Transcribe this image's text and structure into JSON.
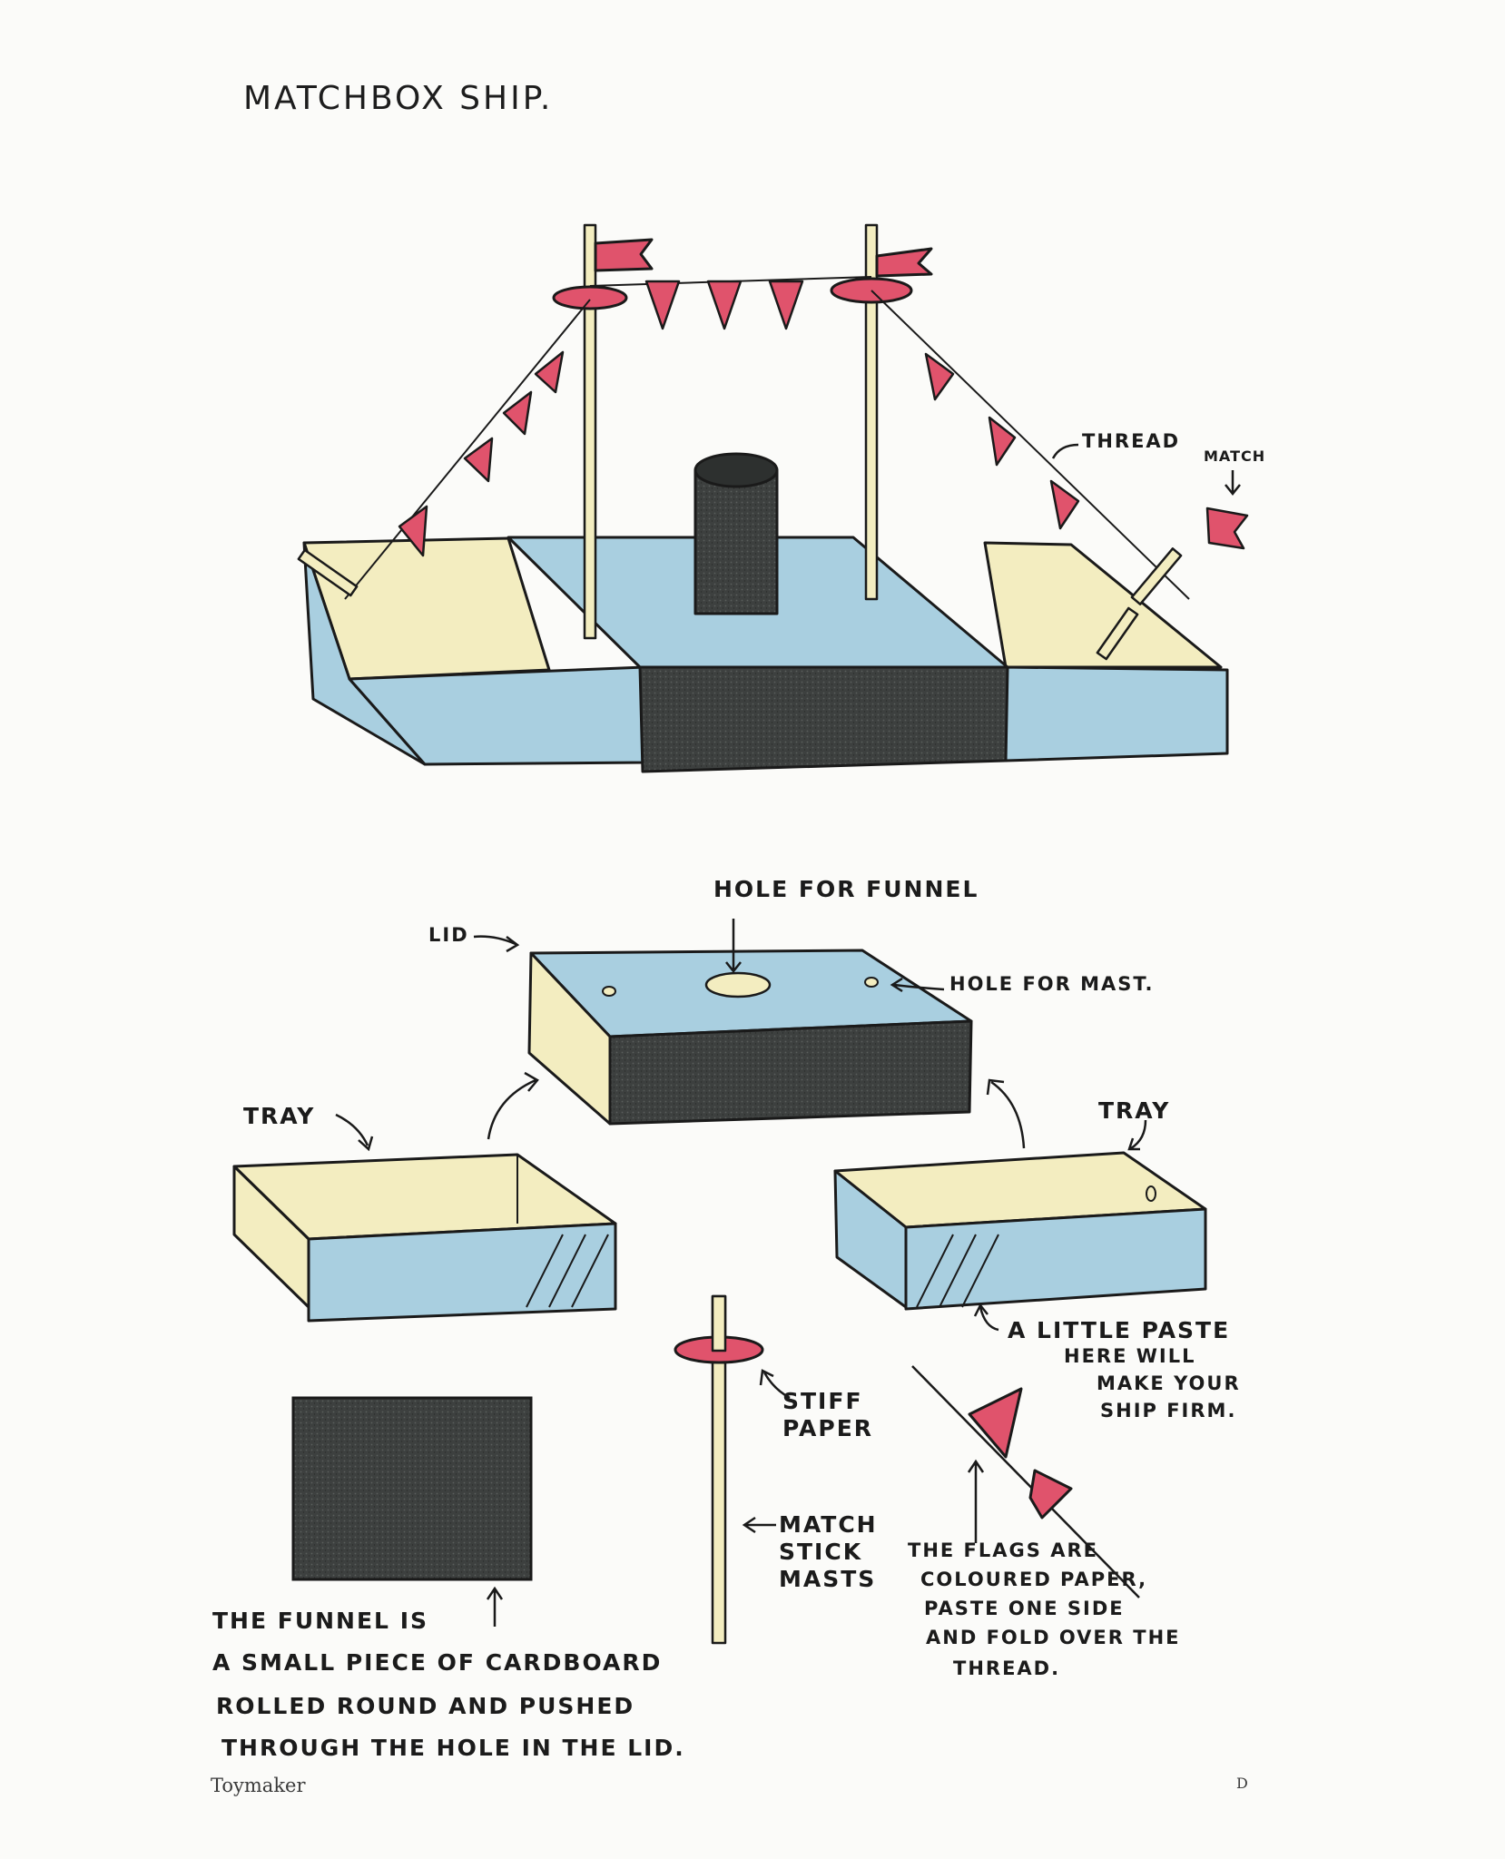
{
  "title": "MATCHBOX SHIP.",
  "labels": {
    "thread": "THREAD",
    "match": "MATCH",
    "hole_for_funnel": "HOLE FOR FUNNEL",
    "lid": "LID",
    "hole_for_mast": "HOLE FOR MAST.",
    "tray_left": "TRAY",
    "tray_right": "TRAY",
    "paste_note": [
      "A LITTLE PASTE",
      "HERE WILL",
      "MAKE YOUR",
      "SHIP FIRM."
    ],
    "stiff_paper": [
      "STIFF",
      "PAPER"
    ],
    "match_stick_masts": [
      "MATCH",
      "STICK",
      "MASTS"
    ],
    "flags_note": [
      "THE FLAGS ARE",
      "COLOURED PAPER,",
      "PASTE ONE SIDE",
      "AND FOLD OVER THE",
      "THREAD."
    ],
    "funnel_note": [
      "THE FUNNEL IS",
      "A SMALL PIECE OF CARDBOARD",
      "ROLLED ROUND AND PUSHED",
      "THROUGH THE HOLE IN THE LID."
    ]
  },
  "footer": {
    "left": "Toymaker",
    "right": "D"
  },
  "colors": {
    "blue": "#a9cfe0",
    "cream": "#f3edc0",
    "dark": "#3a3d3c",
    "red": "#e0536c",
    "ink": "#1a1a1a"
  }
}
